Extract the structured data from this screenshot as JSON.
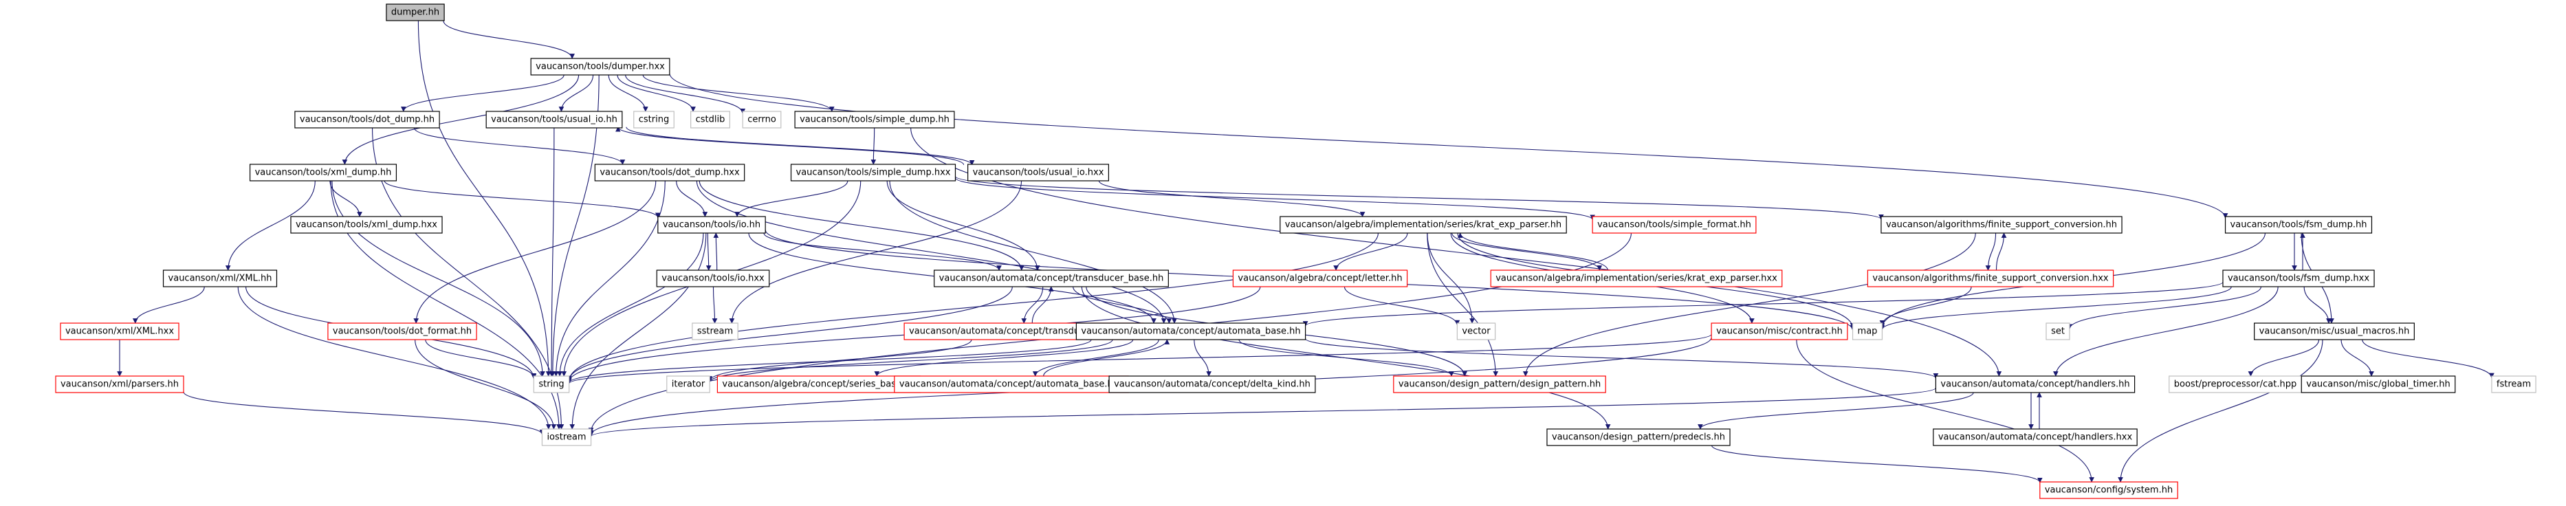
{
  "diagram": {
    "colors": {
      "root_fill": "#bfbfbf",
      "normal_border": "#000000",
      "missing_border": "#ff0000",
      "external_border": "#bfbfbf",
      "edge": "#191970"
    },
    "nodes": [
      {
        "id": "n0",
        "label": "dumper.hh",
        "style": "root"
      },
      {
        "id": "n1",
        "label": "vaucanson/tools/dumper.hxx",
        "style": "normal"
      },
      {
        "id": "n2",
        "label": "vaucanson/tools/dot_dump.hh",
        "style": "normal"
      },
      {
        "id": "n3",
        "label": "vaucanson/tools/usual_io.hh",
        "style": "normal"
      },
      {
        "id": "n4",
        "label": "cstring",
        "style": "external"
      },
      {
        "id": "n5",
        "label": "cstdlib",
        "style": "external"
      },
      {
        "id": "n6",
        "label": "cerrno",
        "style": "external"
      },
      {
        "id": "n7",
        "label": "vaucanson/tools/simple_dump.hh",
        "style": "normal"
      },
      {
        "id": "n8",
        "label": "vaucanson/tools/xml_dump.hh",
        "style": "normal"
      },
      {
        "id": "n9",
        "label": "vaucanson/tools/dot_dump.hxx",
        "style": "normal"
      },
      {
        "id": "n10",
        "label": "vaucanson/tools/simple_dump.hxx",
        "style": "normal"
      },
      {
        "id": "n11",
        "label": "vaucanson/tools/usual_io.hxx",
        "style": "normal"
      },
      {
        "id": "n12",
        "label": "vaucanson/tools/xml_dump.hxx",
        "style": "normal"
      },
      {
        "id": "n13",
        "label": "vaucanson/tools/io.hh",
        "style": "normal"
      },
      {
        "id": "n14",
        "label": "vaucanson/algebra/implementation/series/krat_exp_parser.hh",
        "style": "normal"
      },
      {
        "id": "n15",
        "label": "vaucanson/tools/simple_format.hh",
        "style": "missing"
      },
      {
        "id": "n16",
        "label": "vaucanson/algorithms/finite_support_conversion.hh",
        "style": "normal"
      },
      {
        "id": "n17",
        "label": "vaucanson/tools/fsm_dump.hh",
        "style": "normal"
      },
      {
        "id": "n18",
        "label": "vaucanson/xml/XML.hh",
        "style": "normal"
      },
      {
        "id": "n19",
        "label": "vaucanson/tools/io.hxx",
        "style": "normal"
      },
      {
        "id": "n20",
        "label": "vaucanson/automata/concept/transducer_base.hh",
        "style": "normal"
      },
      {
        "id": "n21",
        "label": "vaucanson/algebra/concept/letter.hh",
        "style": "missing"
      },
      {
        "id": "n22",
        "label": "vaucanson/algebra/implementation/series/krat_exp_parser.hxx",
        "style": "missing"
      },
      {
        "id": "n23",
        "label": "vaucanson/algorithms/finite_support_conversion.hxx",
        "style": "missing"
      },
      {
        "id": "n24",
        "label": "vaucanson/tools/fsm_dump.hxx",
        "style": "normal"
      },
      {
        "id": "n25",
        "label": "vaucanson/xml/XML.hxx",
        "style": "missing"
      },
      {
        "id": "n26",
        "label": "vaucanson/tools/dot_format.hh",
        "style": "missing"
      },
      {
        "id": "n27",
        "label": "sstream",
        "style": "external"
      },
      {
        "id": "n28",
        "label": "vaucanson/automata/concept/transducer_base.hxx",
        "style": "missing"
      },
      {
        "id": "n29",
        "label": "vaucanson/automata/concept/automata_base.hh",
        "style": "normal"
      },
      {
        "id": "n30",
        "label": "vector",
        "style": "external"
      },
      {
        "id": "n31",
        "label": "vaucanson/misc/contract.hh",
        "style": "missing"
      },
      {
        "id": "n32",
        "label": "map",
        "style": "external"
      },
      {
        "id": "n33",
        "label": "set",
        "style": "external"
      },
      {
        "id": "n34",
        "label": "vaucanson/misc/usual_macros.hh",
        "style": "normal"
      },
      {
        "id": "n35",
        "label": "vaucanson/xml/parsers.hh",
        "style": "missing"
      },
      {
        "id": "n36",
        "label": "string",
        "style": "external"
      },
      {
        "id": "n37",
        "label": "iterator",
        "style": "external"
      },
      {
        "id": "n38",
        "label": "vaucanson/algebra/concept/series_base.hh",
        "style": "missing"
      },
      {
        "id": "n39",
        "label": "vaucanson/automata/concept/automata_base.hxx",
        "style": "missing"
      },
      {
        "id": "n40",
        "label": "vaucanson/automata/concept/delta_kind.hh",
        "style": "normal"
      },
      {
        "id": "n41",
        "label": "vaucanson/design_pattern/design_pattern.hh",
        "style": "missing"
      },
      {
        "id": "n42",
        "label": "vaucanson/automata/concept/handlers.hh",
        "style": "normal"
      },
      {
        "id": "n43",
        "label": "boost/preprocessor/cat.hpp",
        "style": "external"
      },
      {
        "id": "n44",
        "label": "vaucanson/misc/global_timer.hh",
        "style": "normal"
      },
      {
        "id": "n45",
        "label": "fstream",
        "style": "external"
      },
      {
        "id": "n46",
        "label": "iostream",
        "style": "external"
      },
      {
        "id": "n47",
        "label": "vaucanson/design_pattern/predecls.hh",
        "style": "normal"
      },
      {
        "id": "n48",
        "label": "vaucanson/automata/concept/handlers.hxx",
        "style": "normal"
      },
      {
        "id": "n49",
        "label": "vaucanson/config/system.hh",
        "style": "missing"
      }
    ],
    "edges": [
      [
        "n0",
        "n1"
      ],
      [
        "n0",
        "n36"
      ],
      [
        "n1",
        "n2"
      ],
      [
        "n1",
        "n3"
      ],
      [
        "n1",
        "n4"
      ],
      [
        "n1",
        "n5"
      ],
      [
        "n1",
        "n6"
      ],
      [
        "n1",
        "n7"
      ],
      [
        "n1",
        "n8"
      ],
      [
        "n1",
        "n17"
      ],
      [
        "n1",
        "n36"
      ],
      [
        "n2",
        "n9"
      ],
      [
        "n2",
        "n46"
      ],
      [
        "n3",
        "n11"
      ],
      [
        "n3",
        "n36"
      ],
      [
        "n11",
        "n3"
      ],
      [
        "n11",
        "n14"
      ],
      [
        "n11",
        "n27"
      ],
      [
        "n7",
        "n10"
      ],
      [
        "n7",
        "n42"
      ],
      [
        "n8",
        "n12"
      ],
      [
        "n8",
        "n18"
      ],
      [
        "n8",
        "n13"
      ],
      [
        "n8",
        "n36"
      ],
      [
        "n8",
        "n46"
      ],
      [
        "n9",
        "n13"
      ],
      [
        "n9",
        "n26"
      ],
      [
        "n9",
        "n20"
      ],
      [
        "n9",
        "n29"
      ],
      [
        "n9",
        "n36"
      ],
      [
        "n10",
        "n13"
      ],
      [
        "n10",
        "n15"
      ],
      [
        "n10",
        "n20"
      ],
      [
        "n10",
        "n29"
      ],
      [
        "n10",
        "n36"
      ],
      [
        "n10",
        "n16"
      ],
      [
        "n13",
        "n19"
      ],
      [
        "n13",
        "n20"
      ],
      [
        "n13",
        "n29"
      ],
      [
        "n13",
        "n32"
      ],
      [
        "n13",
        "n36"
      ],
      [
        "n13",
        "n46"
      ],
      [
        "n19",
        "n13"
      ],
      [
        "n19",
        "n27"
      ],
      [
        "n14",
        "n21"
      ],
      [
        "n14",
        "n22"
      ],
      [
        "n14",
        "n30"
      ],
      [
        "n14",
        "n41"
      ],
      [
        "n14",
        "n36"
      ],
      [
        "n14",
        "n31"
      ],
      [
        "n14",
        "n32"
      ],
      [
        "n22",
        "n14"
      ],
      [
        "n15",
        "n46"
      ],
      [
        "n16",
        "n23"
      ],
      [
        "n16",
        "n41"
      ],
      [
        "n23",
        "n16"
      ],
      [
        "n23",
        "n32"
      ],
      [
        "n17",
        "n24"
      ],
      [
        "n17",
        "n32"
      ],
      [
        "n17",
        "n34"
      ],
      [
        "n24",
        "n17"
      ],
      [
        "n24",
        "n32"
      ],
      [
        "n24",
        "n33"
      ],
      [
        "n24",
        "n29"
      ],
      [
        "n24",
        "n34"
      ],
      [
        "n24",
        "n42"
      ],
      [
        "n18",
        "n25"
      ],
      [
        "n18",
        "n36"
      ],
      [
        "n18",
        "n46"
      ],
      [
        "n25",
        "n35"
      ],
      [
        "n35",
        "n46"
      ],
      [
        "n26",
        "n36"
      ],
      [
        "n26",
        "n46"
      ],
      [
        "n20",
        "n28"
      ],
      [
        "n20",
        "n29"
      ],
      [
        "n20",
        "n41"
      ],
      [
        "n20",
        "n36"
      ],
      [
        "n20",
        "n47"
      ],
      [
        "n28",
        "n20"
      ],
      [
        "n28",
        "n37"
      ],
      [
        "n21",
        "n30"
      ],
      [
        "n21",
        "n36"
      ],
      [
        "n29",
        "n38"
      ],
      [
        "n29",
        "n39"
      ],
      [
        "n29",
        "n40"
      ],
      [
        "n29",
        "n42"
      ],
      [
        "n29",
        "n41"
      ],
      [
        "n29",
        "n36"
      ],
      [
        "n29",
        "n37"
      ],
      [
        "n39",
        "n29"
      ],
      [
        "n31",
        "n46"
      ],
      [
        "n31",
        "n49"
      ],
      [
        "n31",
        "n36"
      ],
      [
        "n34",
        "n43"
      ],
      [
        "n34",
        "n44"
      ],
      [
        "n34",
        "n45"
      ],
      [
        "n34",
        "n49"
      ],
      [
        "n42",
        "n48"
      ],
      [
        "n42",
        "n47"
      ],
      [
        "n42",
        "n46"
      ],
      [
        "n48",
        "n42"
      ],
      [
        "n47",
        "n49"
      ]
    ]
  }
}
